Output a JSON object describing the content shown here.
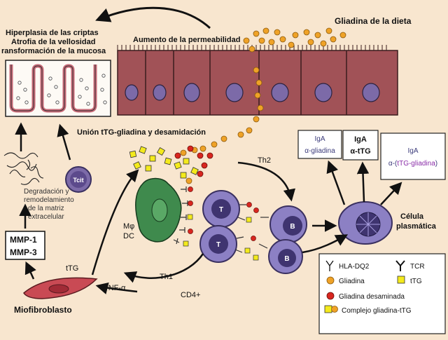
{
  "labels": {
    "gliadina_dieta": "Gliadina de la dieta",
    "hiperplasia": "Hiperplasia de las criptas",
    "atrofia": "Atrofia de la vellosidad",
    "transformacion": "ransformación de la mucosa",
    "permeabilidad": "Aumento de la permeabilidad",
    "union": "Unión tTG-gliadina y desamidación",
    "degradacion_1": "Degradación y",
    "degradacion_2": "remodelamiento",
    "degradacion_3": "de la matriz",
    "degradacion_4": "extracelular",
    "mmp1": "MMP-1",
    "mmp3": "MMP-3",
    "tcit": "Tcit",
    "ttg": "tTG",
    "tnf": "TNF-α",
    "miofibroblasto": "Miofibroblasto",
    "th1": "Th1",
    "cd4": "CD4+",
    "th2": "Th2",
    "mphi": "Mφ",
    "dc": "DC",
    "t_cell": "T",
    "b_cell": "B",
    "celula_1": "Célula",
    "celula_2": "plasmática",
    "iga1_line1": "IgA",
    "iga1_line2": "α-gliadina",
    "iga2_line1": "IgA",
    "iga2_line2": "α-tTG",
    "iga3_line1": "IgA",
    "iga3_line2_a": "α-(",
    "iga3_line2_b": "tTG-gliadina",
    "iga3_line2_c": ")"
  },
  "legend": {
    "hla": "HLA-DQ2",
    "tcr": "TCR",
    "gliadina": "Gliadina",
    "ttg": "tTG",
    "desaminada": "Gliadina desaminada",
    "complejo": "Complejo gliadina-tTG"
  },
  "colors": {
    "background": "#f8e6cf",
    "epithelium": "#a15257",
    "nucleus": "#7c6aa8",
    "gliadin": "#efa227",
    "ttg_square": "#f4ea1c",
    "deamidated": "#d8261f",
    "lymphocyte": "#8c80c4",
    "macrophage": "#3f8a4d",
    "myofibroblast": "#c94a54"
  }
}
